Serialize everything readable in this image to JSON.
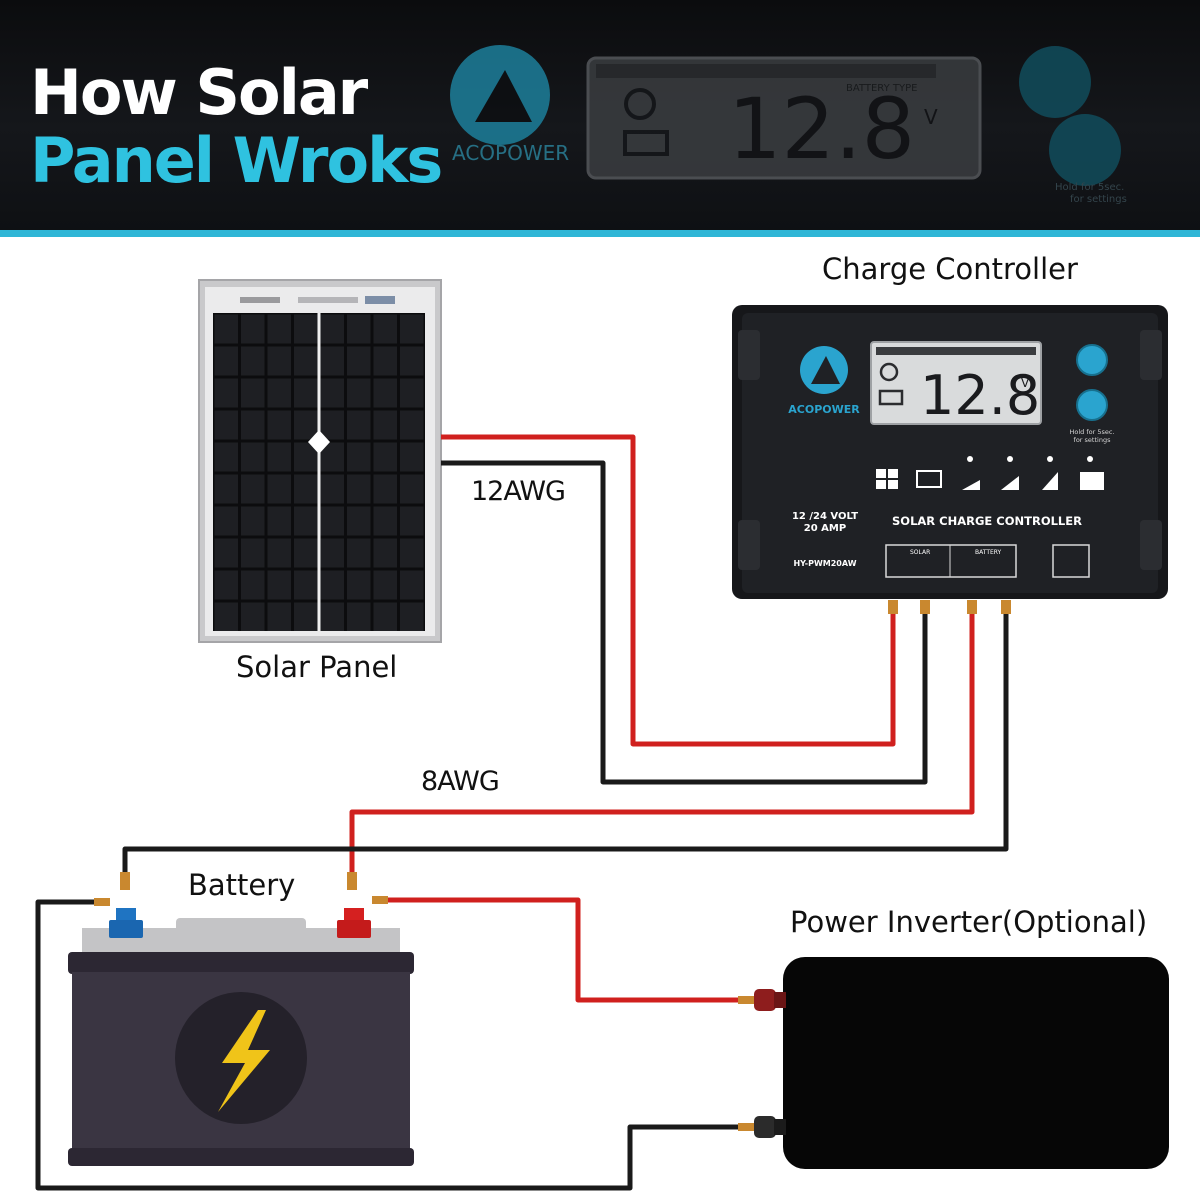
{
  "header": {
    "title_line1": "How Solar",
    "title_line2": "Panel Wroks",
    "bg_brand_text": "ACOPOWER",
    "bg_display_reading": "12.8",
    "bg_display_unit": "V",
    "bg_battery_type_label": "BATTERY TYPE",
    "bg_hold_text_1": "Hold for 5sec.",
    "bg_hold_text_2": "for settings"
  },
  "labels": {
    "solar_panel": "Solar Panel",
    "charge_controller": "Charge Controller",
    "battery": "Battery",
    "power_inverter": "Power Inverter(Optional)",
    "wire_12awg": "12AWG",
    "wire_8awg": "8AWG"
  },
  "controller": {
    "brand": "ACOPOWER",
    "reading": "12.8",
    "unit": "V",
    "voltage_line1": "12 /24 VOLT",
    "voltage_line2": "20 AMP",
    "model": "HY-PWM20AW",
    "product_name": "SOLAR CHARGE CONTROLLER",
    "terminal_solar": "SOLAR",
    "terminal_battery": "BATTERY",
    "hold_line1": "Hold for 5sec.",
    "hold_line2": "for settings"
  },
  "colors": {
    "accent": "#2fb6d6",
    "positive_wire": "#d0201e",
    "negative_wire": "#1a1a1a"
  }
}
